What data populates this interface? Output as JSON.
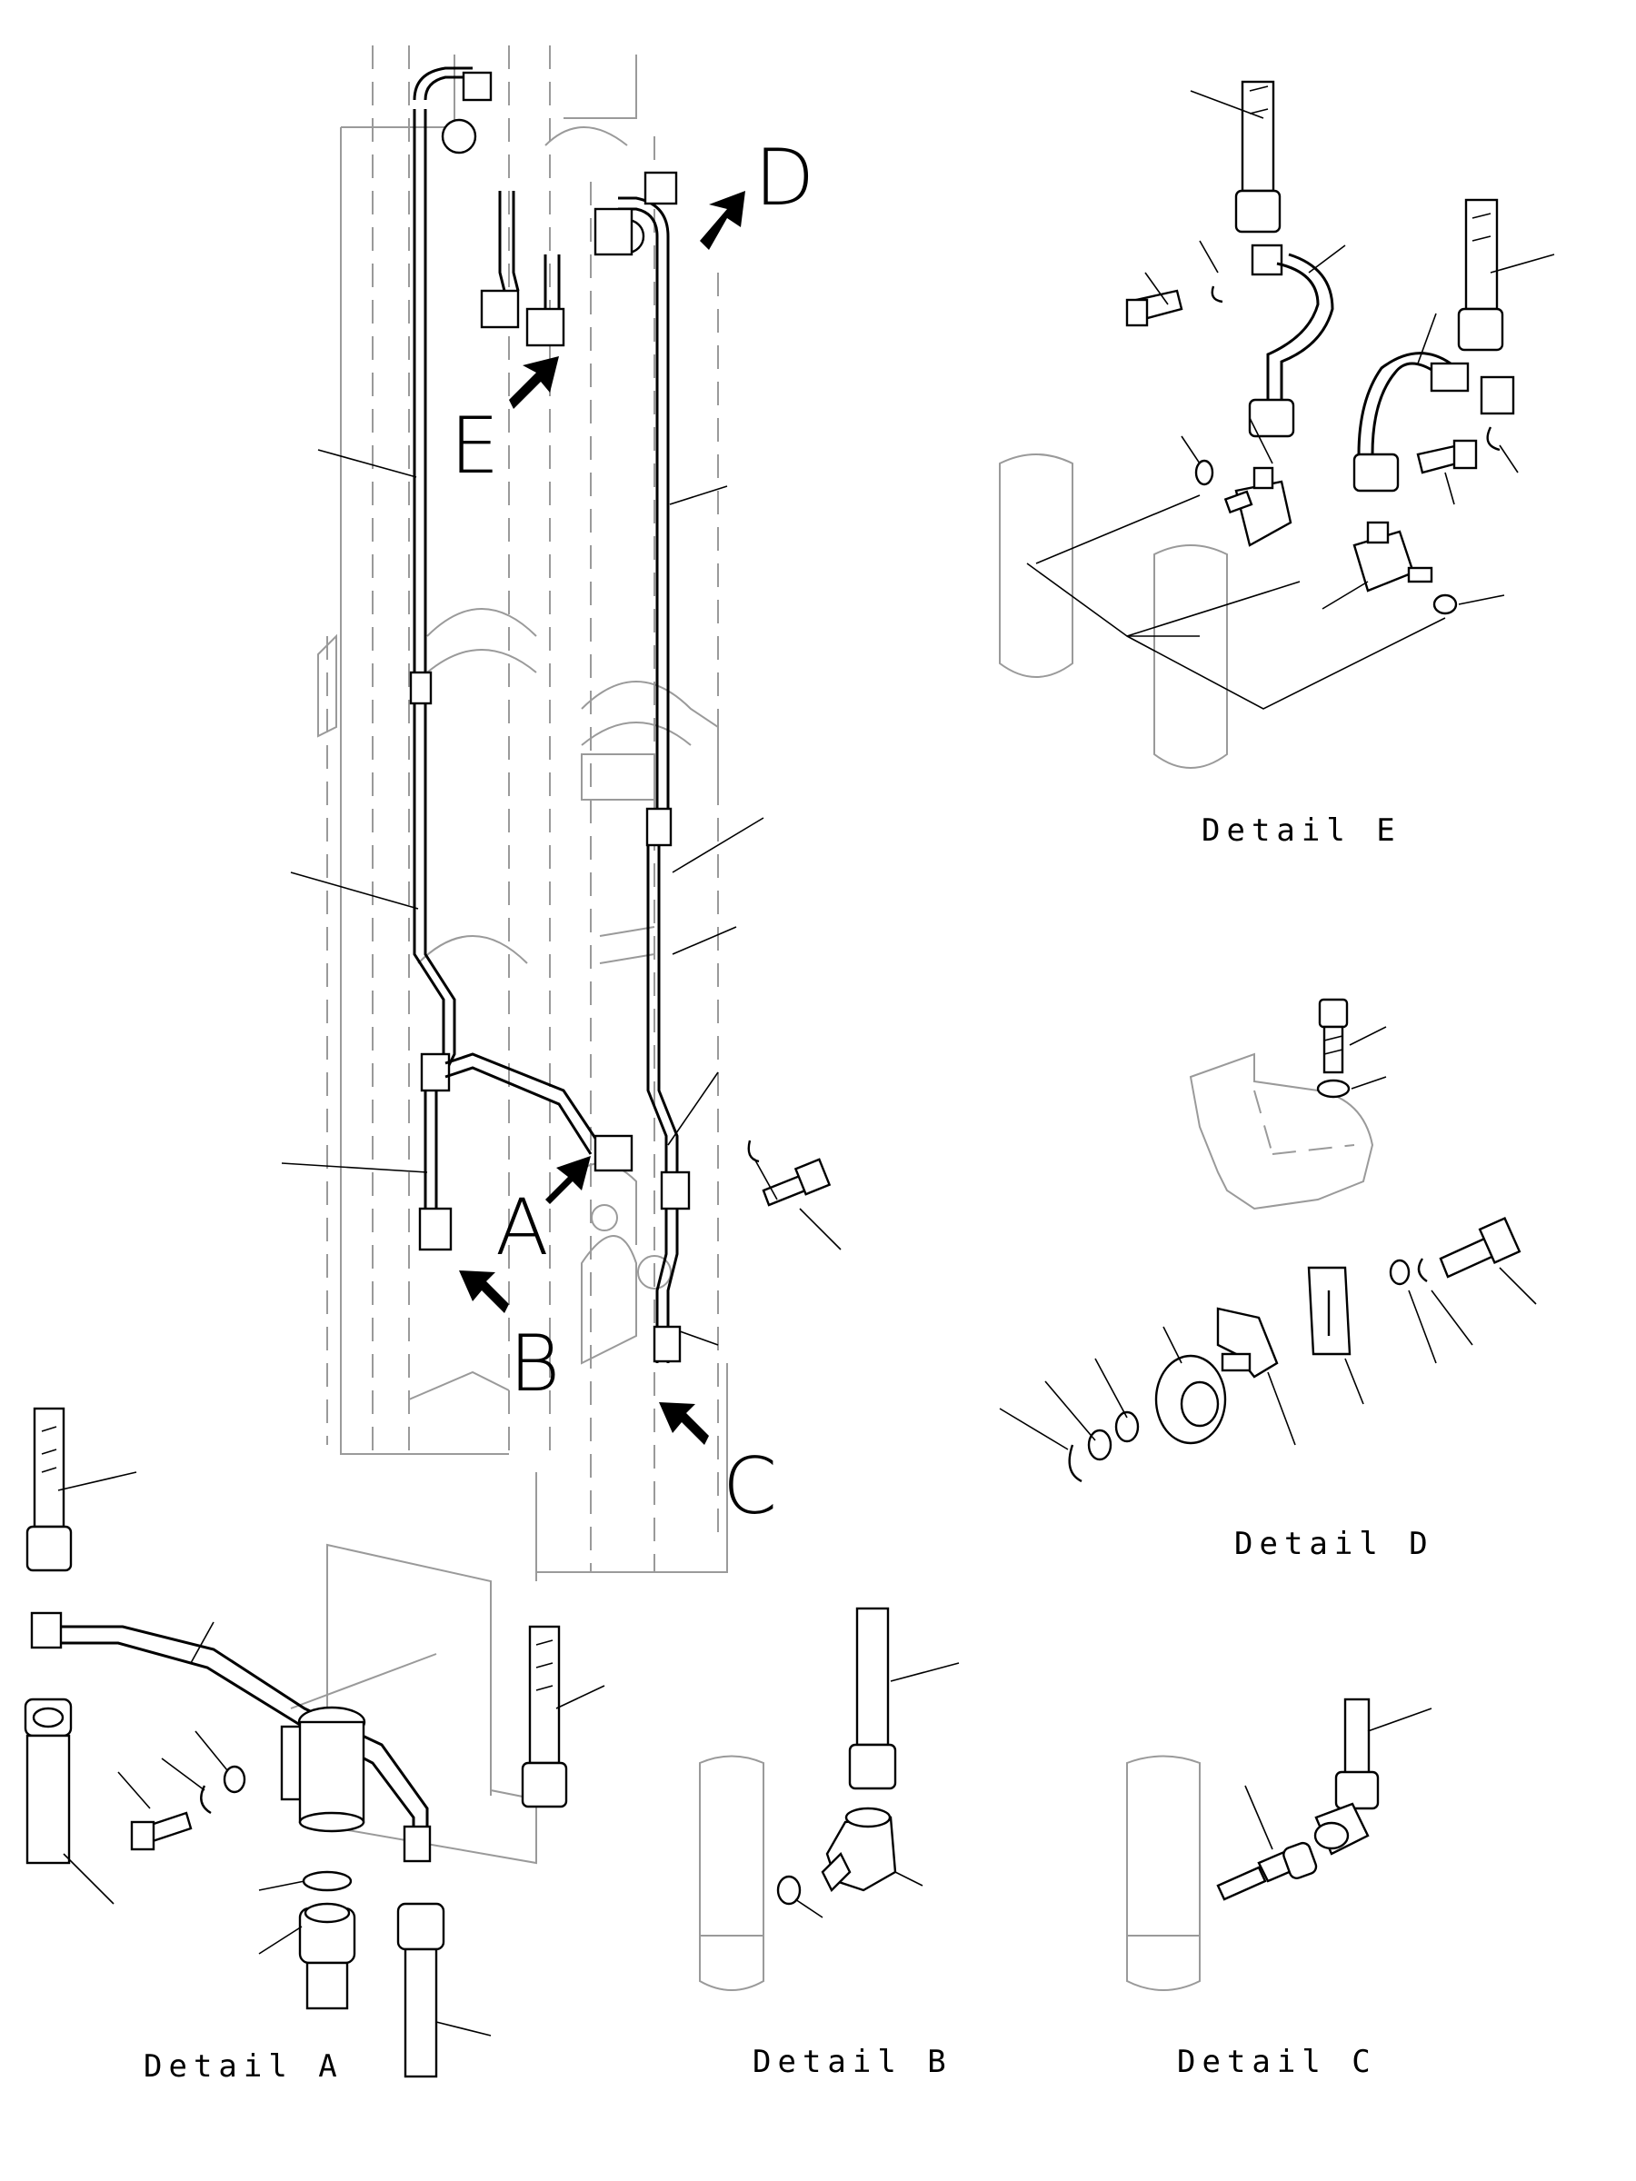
{
  "callouts": {
    "A": "A",
    "B": "B",
    "C": "C",
    "D": "D",
    "E": "E"
  },
  "details": {
    "a": "Detail A",
    "b": "Detail B",
    "c": "Detail C",
    "d": "Detail D",
    "e": "Detail E"
  },
  "colors": {
    "line": "#000000",
    "phantom": "#9a9a9a",
    "background": "#ffffff"
  }
}
